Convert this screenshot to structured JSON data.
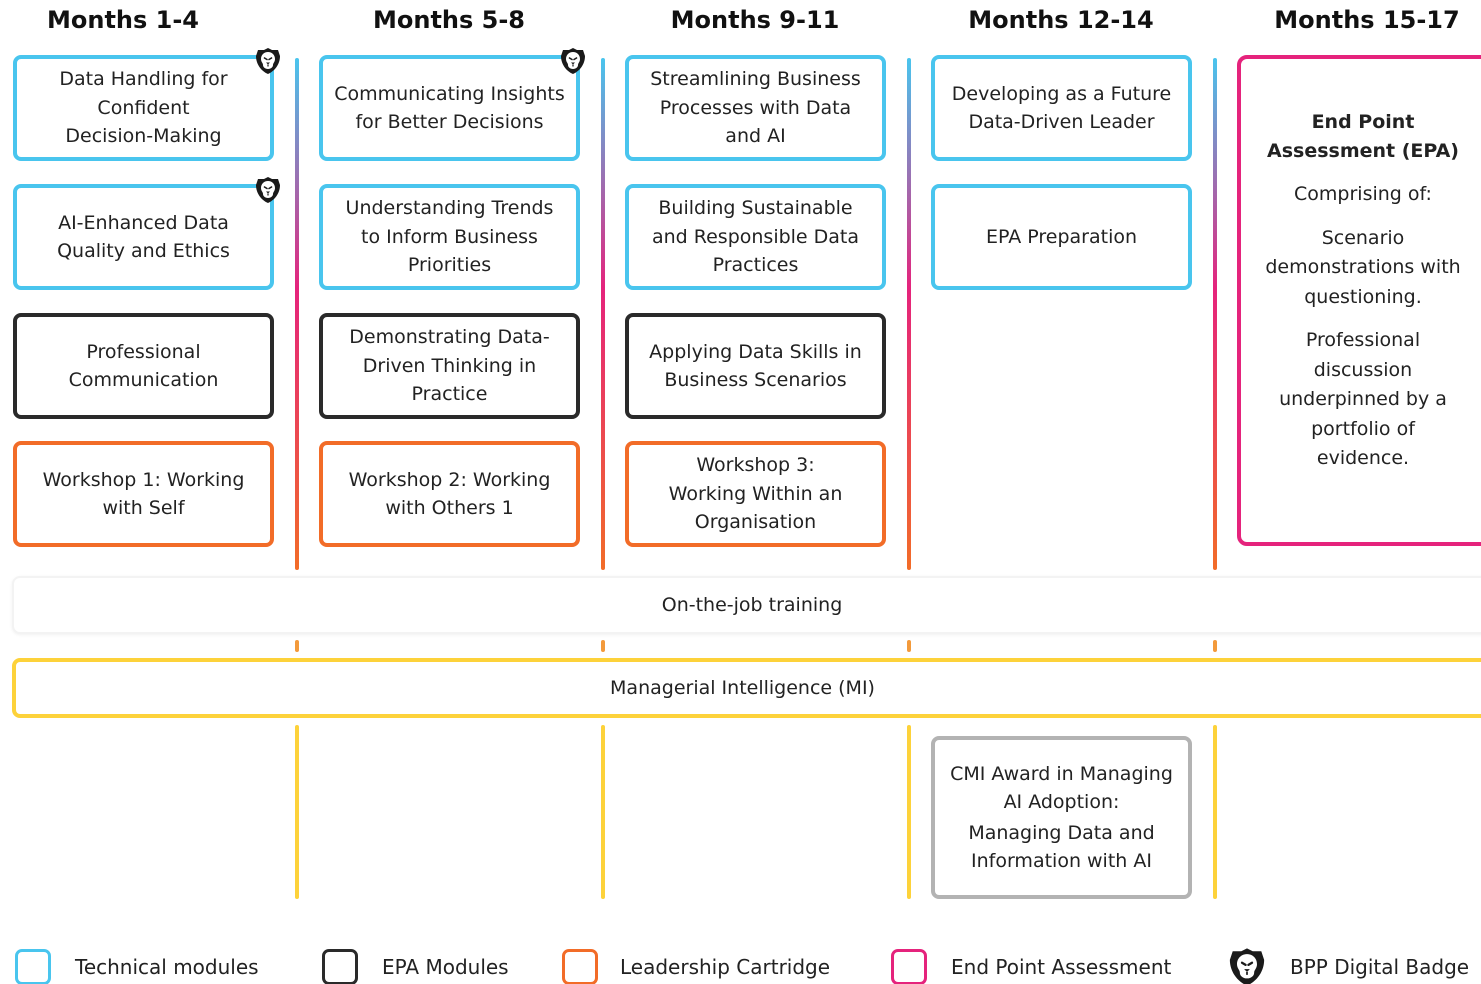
{
  "columns": [
    {
      "heading": "Months 1-4"
    },
    {
      "heading": "Months 5-8"
    },
    {
      "heading": "Months 9-11"
    },
    {
      "heading": "Months 12-14"
    },
    {
      "heading": "Months 15-17"
    }
  ],
  "modules": {
    "c1": [
      "Data Handling for Confident Decision-Making",
      "AI-Enhanced Data Quality and Ethics",
      "Professional Communication",
      "Workshop 1: Working with Self"
    ],
    "c2": [
      "Communicating Insights for Better Decisions",
      "Understanding Trends to Inform Business Priorities",
      "Demonstrating Data-Driven Thinking in Practice",
      "Workshop 2: Working with Others 1"
    ],
    "c3": [
      "Streamlining Business Processes with Data and AI",
      "Building Sustainable and Responsible Data Practices",
      "Applying Data Skills in Business Scenarios",
      "Workshop 3: Working Within an Organisation"
    ],
    "c4": [
      "Developing as a Future Data-Driven Leader",
      "EPA Preparation"
    ]
  },
  "epa": {
    "title": "End Point Assessment (EPA)",
    "comprising": "Comprising of:",
    "item1": "Scenario demonstrations with questioning.",
    "item2": "Professional discussion underpinned by a portfolio of evidence."
  },
  "on_the_job": "On-the-job training",
  "managerial_intelligence": "Managerial Intelligence (MI)",
  "cmi_award": {
    "line1": "CMI Award in Managing AI Adoption:",
    "line2": "Managing Data and Information with AI"
  },
  "legend": {
    "technical": "Technical modules",
    "epa_modules": "EPA Modules",
    "leadership": "Leadership Cartridge",
    "end_point": "End Point Assessment",
    "badge": "BPP Digital Badge"
  },
  "badge_icon": "lion-shield-icon",
  "colors": {
    "technical": "#49c5ee",
    "epa_modules": "#2a2a2a",
    "leadership": "#f26c28",
    "end_point": "#e5237c",
    "managerial": "#fdd23a",
    "cmi": "#b3b3b3"
  }
}
